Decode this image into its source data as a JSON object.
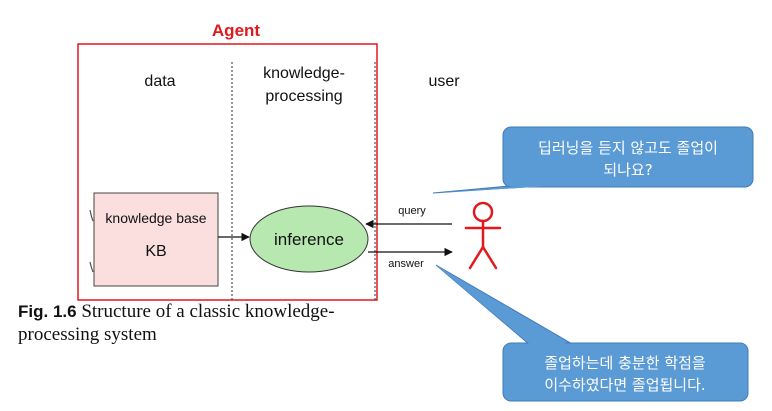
{
  "colors": {
    "agent_border": "#e0191e",
    "agent_title": "#e0191e",
    "kb_fill": "#fbdede",
    "inference_fill": "#b7e8b0",
    "bubble_fill": "#5b9bd5",
    "bubble_stroke": "#3f7cba",
    "user_figure": "#e0191e"
  },
  "agent": {
    "title": "Agent"
  },
  "columns": {
    "data": "data",
    "kp_line1": "knowledge-",
    "kp_line2": "processing",
    "user": "user"
  },
  "kb": {
    "line1": "knowledge base",
    "line2": "KB"
  },
  "inference": {
    "label": "inference"
  },
  "arrows": {
    "query": "query",
    "answer": "answer"
  },
  "user_icon": "stick-figure-icon",
  "bubbles": {
    "question": {
      "line1": "딥러닝을 듣지 않고도 졸업이",
      "line2": "되나요?"
    },
    "reply": {
      "line1": "졸업하는데 충분한 학점을",
      "line2": "이수하였다면 졸업됩니다."
    }
  },
  "caption": {
    "fig_num": "Fig. 1.6",
    "text": " Structure of a classic knowledge-processing system"
  }
}
